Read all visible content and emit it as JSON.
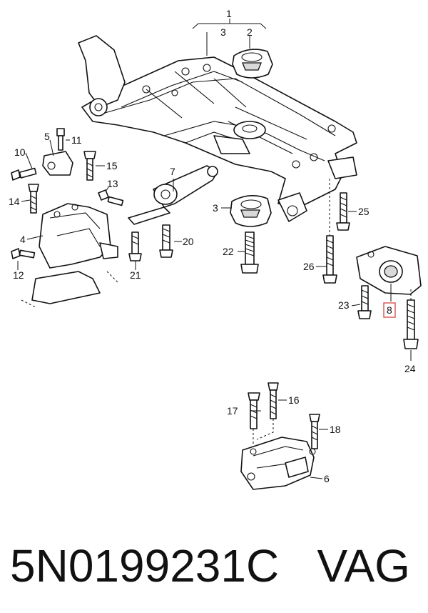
{
  "callouts": {
    "c1": "1",
    "c2": "2",
    "c3a": "3",
    "c3b": "3",
    "c4": "4",
    "c5": "5",
    "c6": "6",
    "c7": "7",
    "c8": "8",
    "c10": "10",
    "c11": "11",
    "c12": "12",
    "c13": "13",
    "c14": "14",
    "c15": "15",
    "c16": "16",
    "c17": "17",
    "c18": "18",
    "c20": "20",
    "c21": "21",
    "c22": "22",
    "c23": "23",
    "c24": "24",
    "c25": "25",
    "c26": "26"
  },
  "highlight_color": "#d9534f",
  "footer": {
    "part_number": "5N0199231C",
    "brand": "VAG"
  }
}
